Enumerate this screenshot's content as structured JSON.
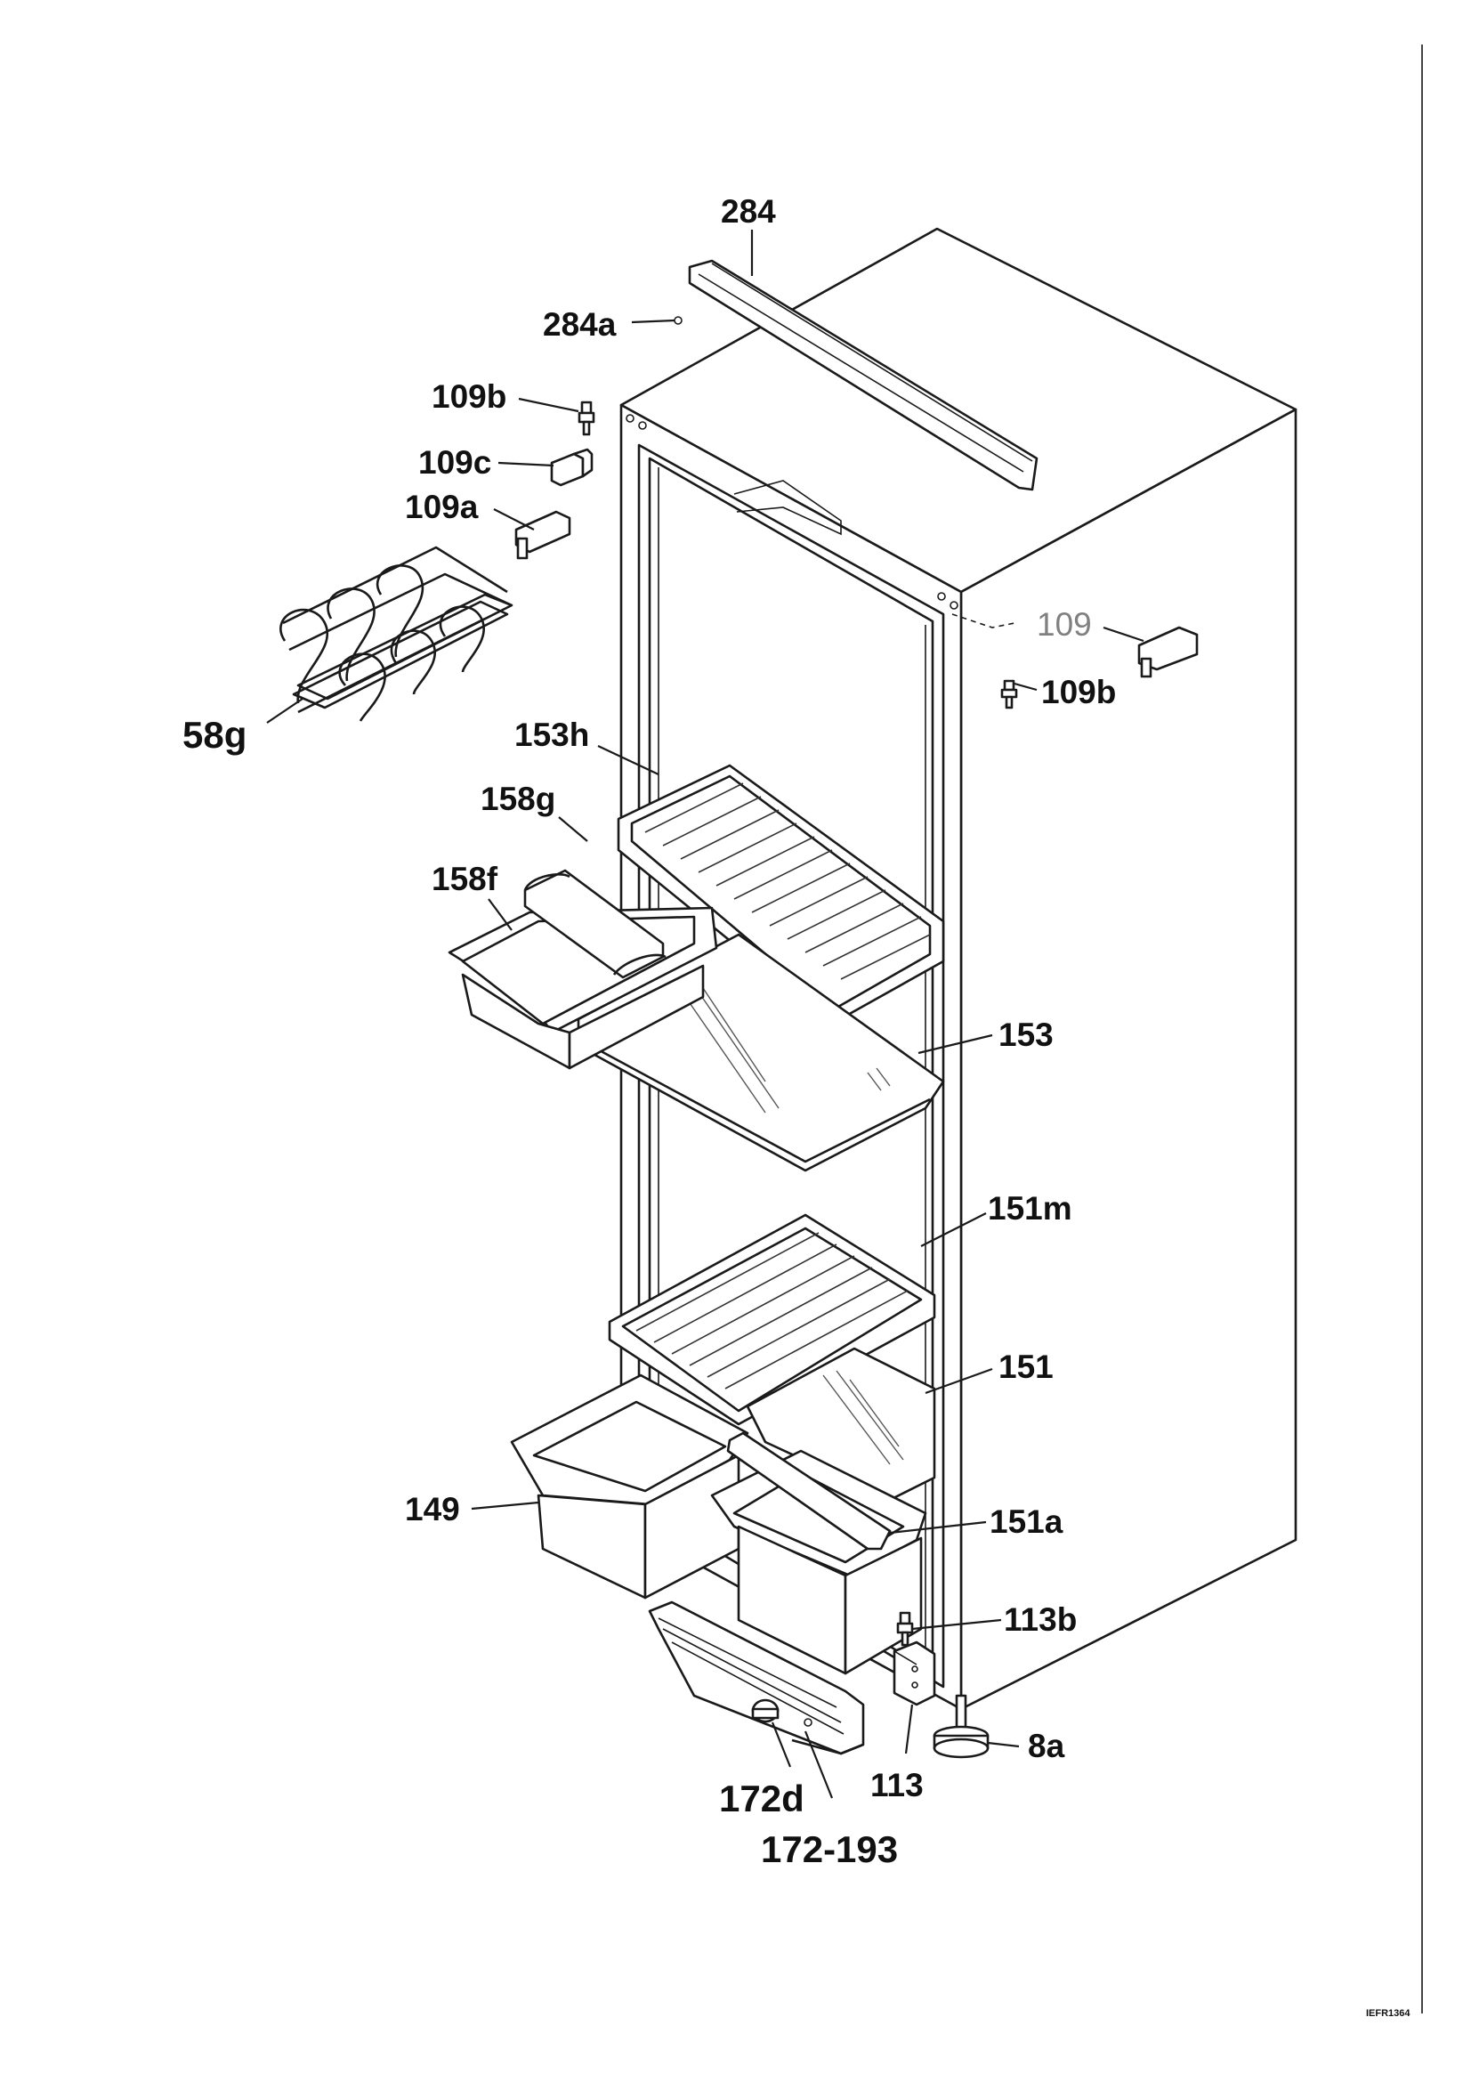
{
  "callouts": [
    {
      "id": "284",
      "text": "284"
    },
    {
      "id": "284a",
      "text": "284a"
    },
    {
      "id": "109b-top",
      "text": "109b"
    },
    {
      "id": "109c",
      "text": "109c"
    },
    {
      "id": "109a",
      "text": "109a"
    },
    {
      "id": "109",
      "text": "109"
    },
    {
      "id": "109b-right",
      "text": "109b"
    },
    {
      "id": "58g",
      "text": "58g"
    },
    {
      "id": "153h",
      "text": "153h"
    },
    {
      "id": "158g",
      "text": "158g"
    },
    {
      "id": "158f",
      "text": "158f"
    },
    {
      "id": "153",
      "text": "153"
    },
    {
      "id": "151m",
      "text": "151m"
    },
    {
      "id": "151",
      "text": "151"
    },
    {
      "id": "149",
      "text": "149"
    },
    {
      "id": "151a",
      "text": "151a"
    },
    {
      "id": "113b",
      "text": "113b"
    },
    {
      "id": "8a",
      "text": "8a"
    },
    {
      "id": "113",
      "text": "113"
    },
    {
      "id": "172d",
      "text": "172d"
    },
    {
      "id": "172-193",
      "text": "172-193"
    }
  ],
  "drawing_code": "IEFR1364",
  "colors": {
    "ink": "#1a1a1a",
    "grey_label": "#808080",
    "background": "#ffffff"
  }
}
